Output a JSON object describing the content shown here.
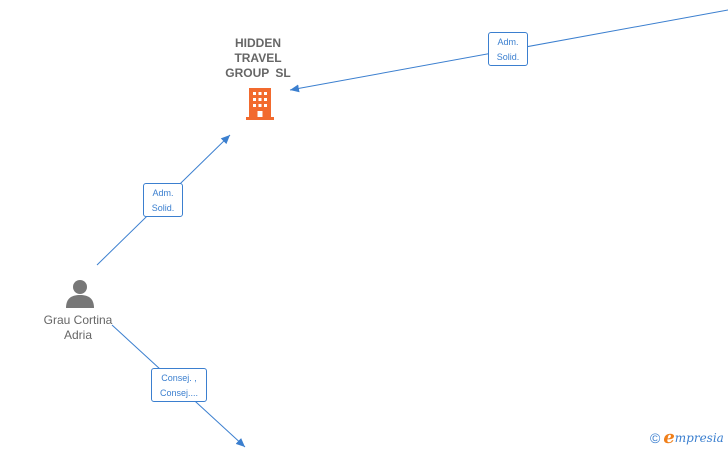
{
  "company": {
    "name": "HIDDEN TRAVEL GROUP SL",
    "icon": "building-icon",
    "color": "#f26a2e"
  },
  "person": {
    "name_line1": "Grau Cortina",
    "name_line2": "Adria",
    "icon": "person-icon",
    "color": "#777777"
  },
  "relations": {
    "top": {
      "line1": "Adm.",
      "line2": "Solid."
    },
    "left": {
      "line1": "Adm.",
      "line2": "Solid."
    },
    "bottom": {
      "line1": "Consej. ,",
      "line2": "Consej...."
    }
  },
  "colors": {
    "edge": "#3b7fcf",
    "text": "#666666"
  },
  "brand": {
    "copyright": "©",
    "letter": "e",
    "name": "mpresia"
  }
}
